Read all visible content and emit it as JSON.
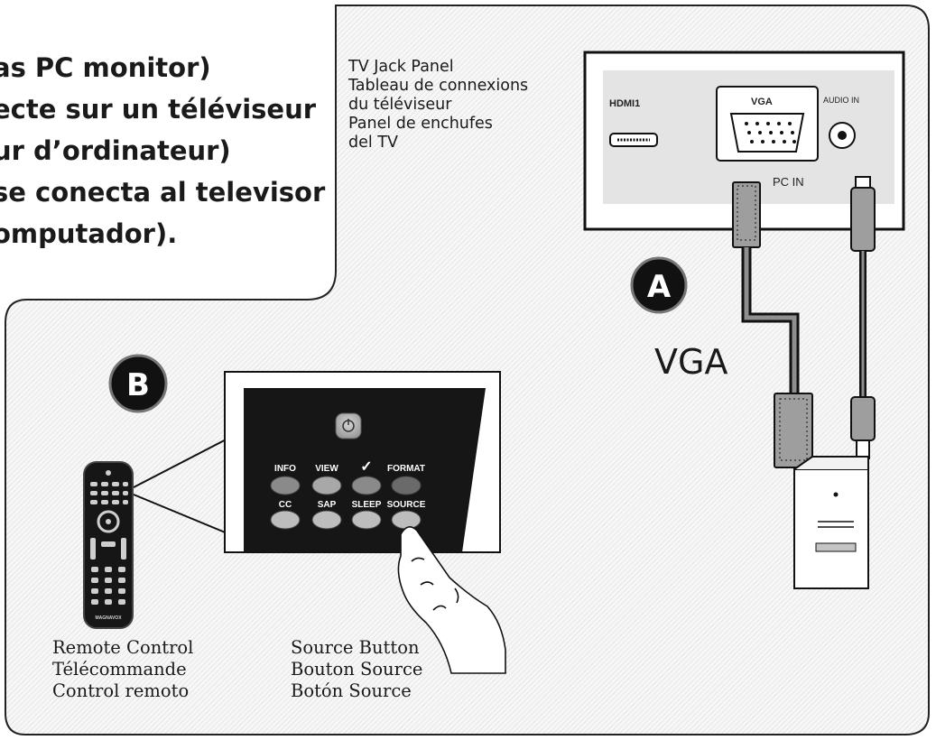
{
  "heading_lines": [
    "as PC monitor)",
    "ecte sur un téléviseur",
    "ur d’ordinateur)",
    "se conecta al televisor",
    "omputador)."
  ],
  "tv_panel": {
    "label_lines": [
      "TV Jack Panel",
      "Tableau de connexions",
      "du téléviseur",
      "Panel de enchufes",
      "del TV"
    ],
    "hdmi_label": "HDMI1",
    "vga_label": "VGA",
    "audio_label": "AUDIO IN",
    "pc_in_label": "PC IN"
  },
  "callouts": {
    "a": "A",
    "b": "B"
  },
  "cable_label": "VGA",
  "remote_buttons": {
    "row1": [
      "INFO",
      "VIEW",
      "✓",
      "FORMAT"
    ],
    "row2": [
      "CC",
      "SAP",
      "SLEEP",
      "SOURCE"
    ]
  },
  "remote_brand": "MAGNAVOX",
  "captions": {
    "remote": [
      "Remote Control",
      "Télécommande",
      "Control remoto"
    ],
    "source": [
      "Source Button",
      "Bouton Source",
      "Botón Source"
    ]
  },
  "colors": {
    "ink": "#1a1a1a",
    "panel_fill": "#e6e6e6",
    "remote_body": "#161616",
    "button_grey": "#b8b8b8"
  }
}
